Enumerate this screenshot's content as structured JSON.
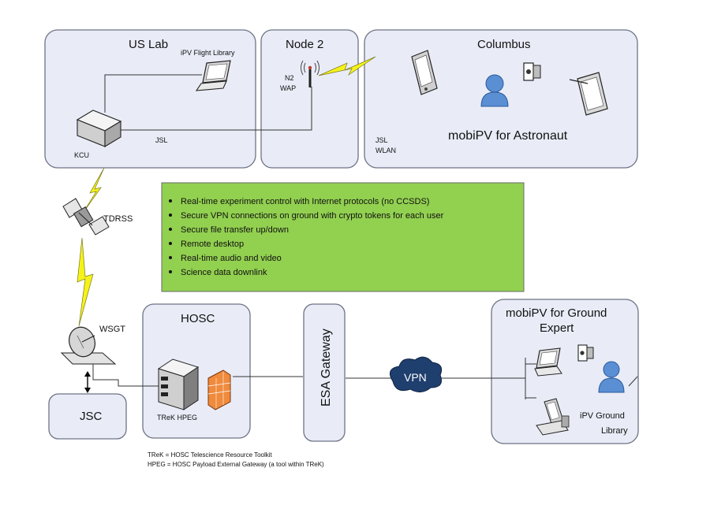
{
  "locations": {
    "us_lab": "US Lab",
    "node2": "Node 2",
    "columbus": "Columbus",
    "hosc": "HOSC",
    "esa_gateway": "ESA  Gateway",
    "jsc": "JSC",
    "ground_expert": [
      "mobiPV for Ground",
      "Expert"
    ]
  },
  "labels": {
    "ipv_flight_library": "iPV Flight Library",
    "kcu": "KCU",
    "jsl": "JSL",
    "n2_wap": [
      "N2",
      "WAP"
    ],
    "jsl_wlan": [
      "JSL",
      "WLAN"
    ],
    "mobipv_astronaut": "mobiPV for Astronaut",
    "tdrss": "TDRSS",
    "wsgt": "WSGT",
    "trek_hpeg": "TReK HPEG",
    "vpn": "VPN",
    "ipv_ground_library": [
      "iPV Ground",
      "Library"
    ]
  },
  "features": [
    "Real-time experiment control with Internet protocols (no CCSDS)",
    "Secure VPN connections on ground with crypto tokens for each user",
    "Secure file transfer up/down",
    "Remote desktop",
    "Real-time audio and  video",
    "Science data downlink"
  ],
  "footnotes": [
    "TReK = HOSC Telescience Resource Toolkit",
    "HPEG = HOSC Payload External Gateway (a tool within TReK)"
  ],
  "colors": {
    "box_fill": "#e9ecf7",
    "box_stroke": "#6e7385",
    "feature_fill": "#92d050",
    "lightning": "#f5f21a",
    "person": "#5b8fd4",
    "vpn_cloud": "#1f3f6e",
    "firewall": "#f08a3c"
  },
  "icons": [
    "laptop-icon",
    "server-icon",
    "wireless-access-point-icon",
    "lightning-icon",
    "pda-icon",
    "person-icon",
    "camera-icon",
    "tablet-icon",
    "satellite-icon",
    "satellite-dish-icon",
    "firewall-icon",
    "cloud-icon",
    "desktop-computer-icon"
  ]
}
